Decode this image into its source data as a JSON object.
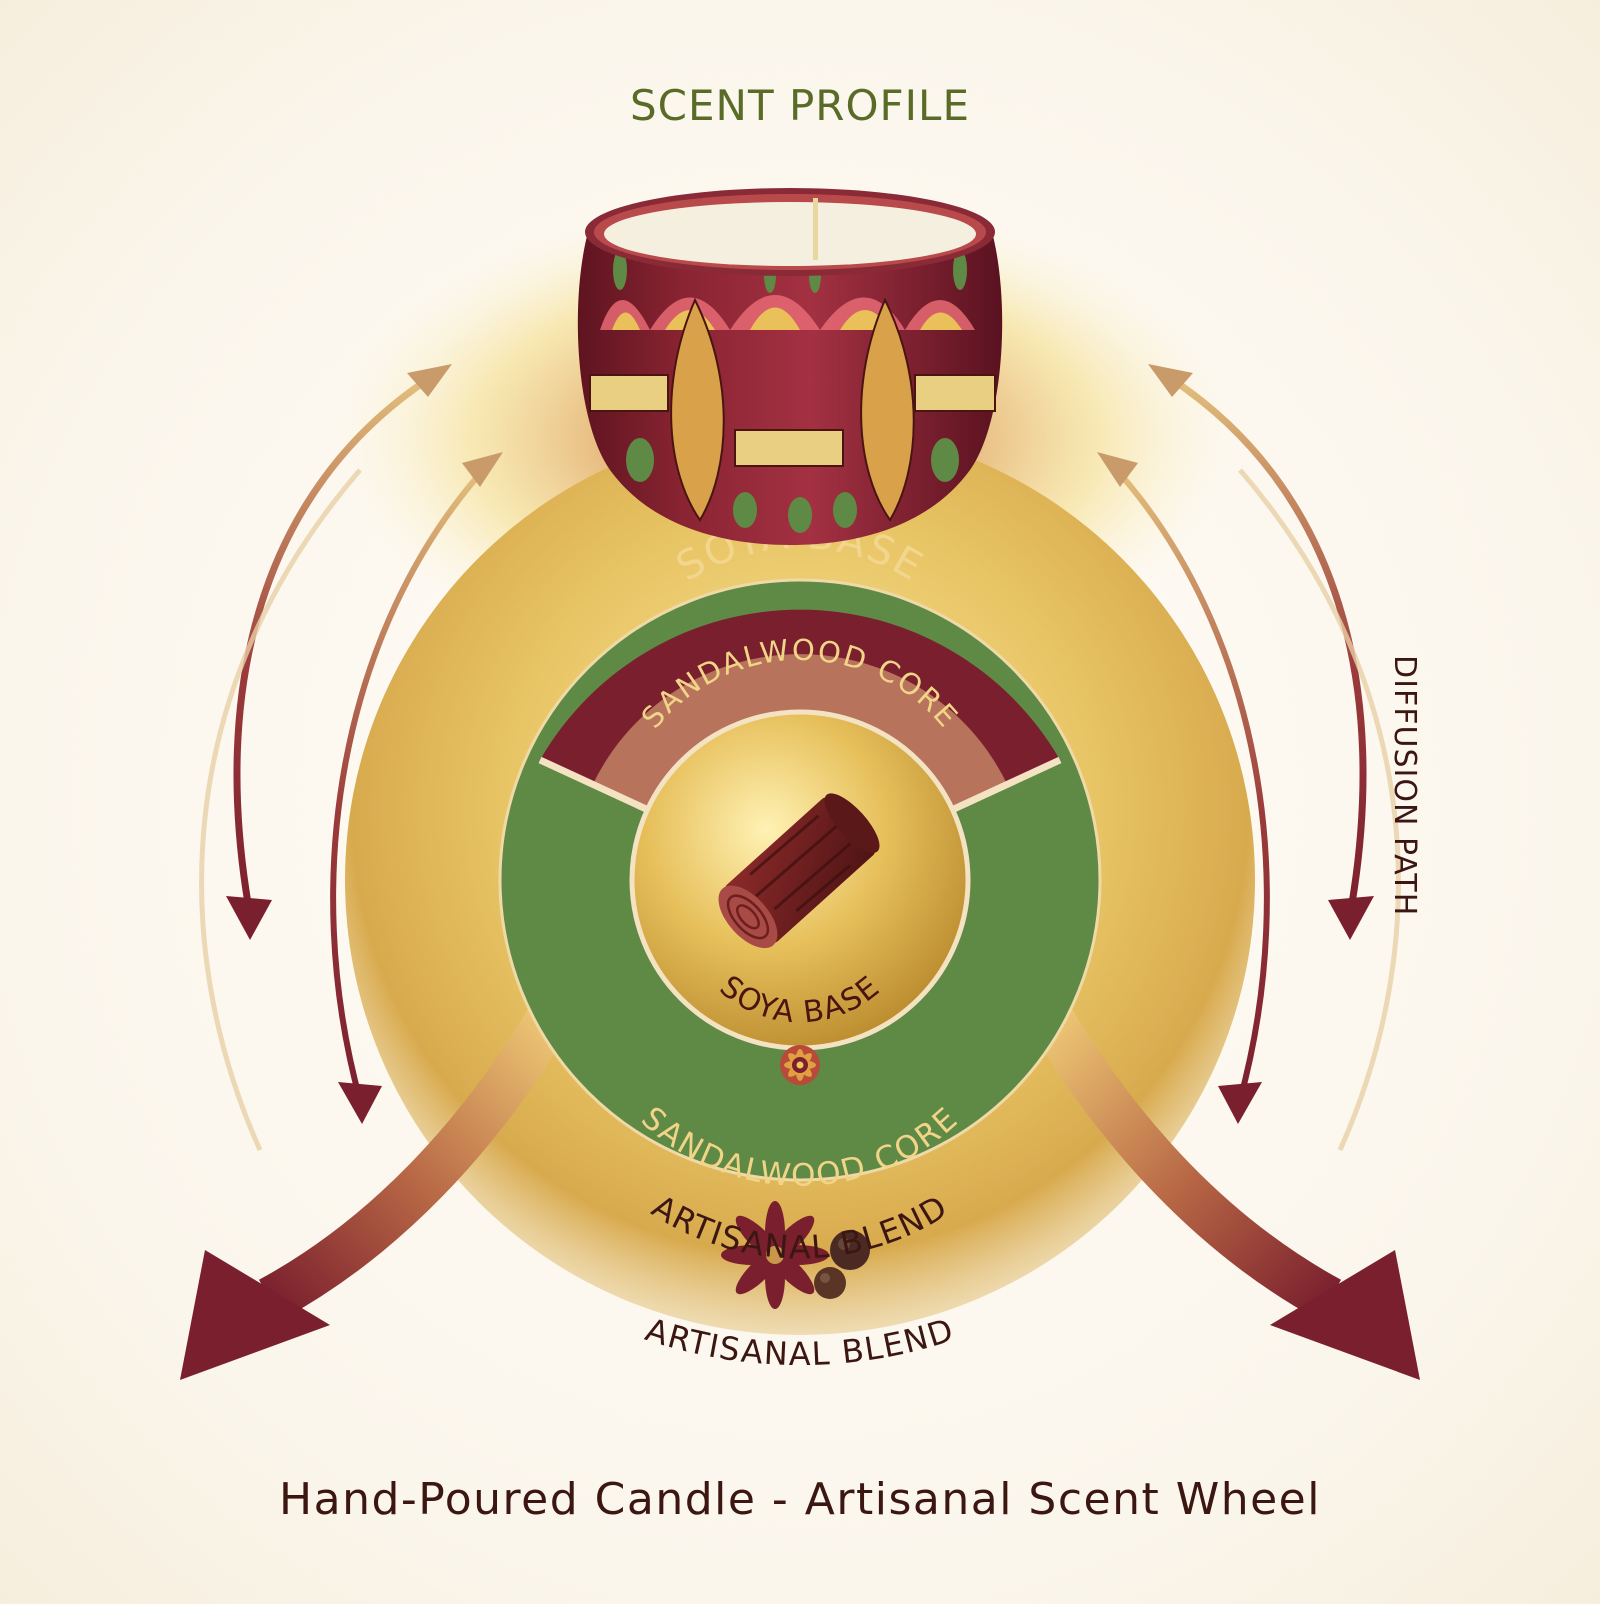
{
  "header": {
    "title": "SCENT PROFILE"
  },
  "wheel": {
    "outer_top_label": "SOYA BASE",
    "inner_top_label": "SANDALWOOD CORE",
    "center_label": "SOYA BASE",
    "green_band_label": "SANDALWOOD CORE",
    "gold_label": "ARTISANAL BLEND",
    "outer_bottom_label": "ARTISANAL BLEND"
  },
  "side_label": "DIFFUSION PATH",
  "footer": {
    "title": "Hand-Poured Candle - Artisanal Scent Wheel"
  },
  "icons": [
    "candle-tin-icon",
    "wood-log-icon",
    "flower-icon",
    "star-anise-icon",
    "peppercorn-icon",
    "double-arrow-icon",
    "curved-arrow-icon"
  ],
  "colors": {
    "maroon": "#7a1f2e",
    "green": "#5e8a45",
    "gold": "#e3bb52",
    "olive": "#5a6b28",
    "dark_text": "#3c1712"
  }
}
